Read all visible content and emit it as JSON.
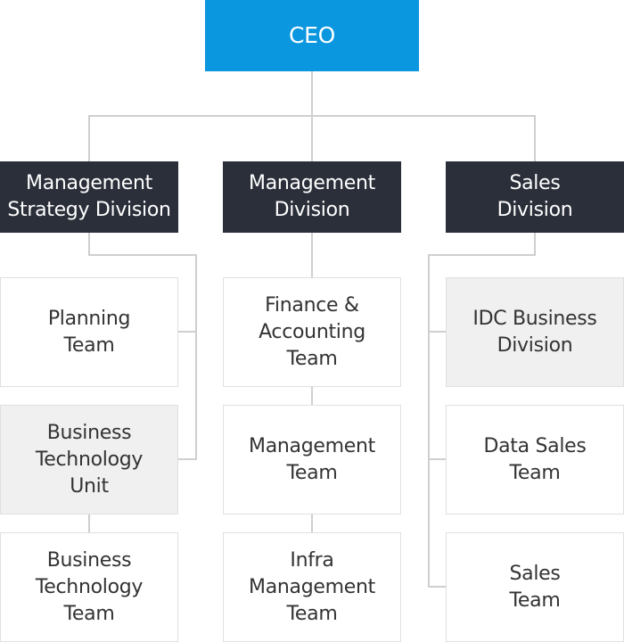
{
  "org": {
    "ceo": "CEO",
    "divisions": [
      {
        "name": "Management\nStrategy Division",
        "teams": [
          "Planning\nTeam",
          "Business\nTechnology\nUnit",
          "Business\nTechnology\nTeam"
        ]
      },
      {
        "name": "Management\nDivision",
        "teams": [
          "Finance &\nAccounting\nTeam",
          "Management\nTeam",
          "Infra\nManagement\nTeam"
        ]
      },
      {
        "name": "Sales\nDivision",
        "teams": [
          "IDC Business\nDivision",
          "Data Sales\nTeam",
          "Sales\nTeam"
        ]
      }
    ]
  },
  "colors": {
    "ceo_bg": "#0b96e0",
    "division_bg": "#2b2f3a",
    "team_bg": "#ffffff",
    "unit_bg": "#f0f0f0",
    "connector": "#cfcfcf"
  }
}
